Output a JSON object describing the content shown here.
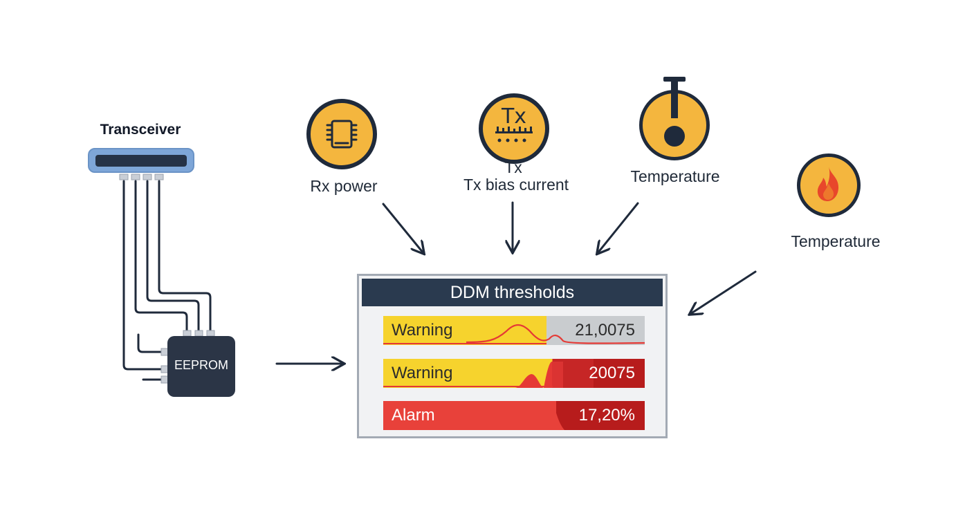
{
  "transceiver": {
    "title": "Transceiver"
  },
  "eeprom": {
    "label": "EEPROM"
  },
  "metrics": {
    "rx_power": "Rx power",
    "tx_icon_text": "Tx",
    "tx_short": "Tx",
    "tx_bias": "Tx bias current",
    "temperature_1": "Temperature",
    "temperature_2": "Temperature"
  },
  "icons": {
    "rx": "chip-icon",
    "tx": "tx-icon",
    "temperature_1": "thermometer-icon",
    "temperature_2": "flame-icon"
  },
  "panel": {
    "title": "DDM thresholds",
    "rows": [
      {
        "label": "Warning",
        "value": "21,0075",
        "level": "warning"
      },
      {
        "label": "Warning",
        "value": "20075",
        "level": "warning"
      },
      {
        "label": "Alarm",
        "value": "17,20%",
        "level": "alarm"
      }
    ]
  },
  "colors": {
    "accent": "#f4b63e",
    "dark": "#1f2a3b",
    "warning": "#f6d32d",
    "alarm": "#e53935",
    "alarm_dark": "#b71c1c",
    "transceiver_blue": "#7ea6d8"
  }
}
